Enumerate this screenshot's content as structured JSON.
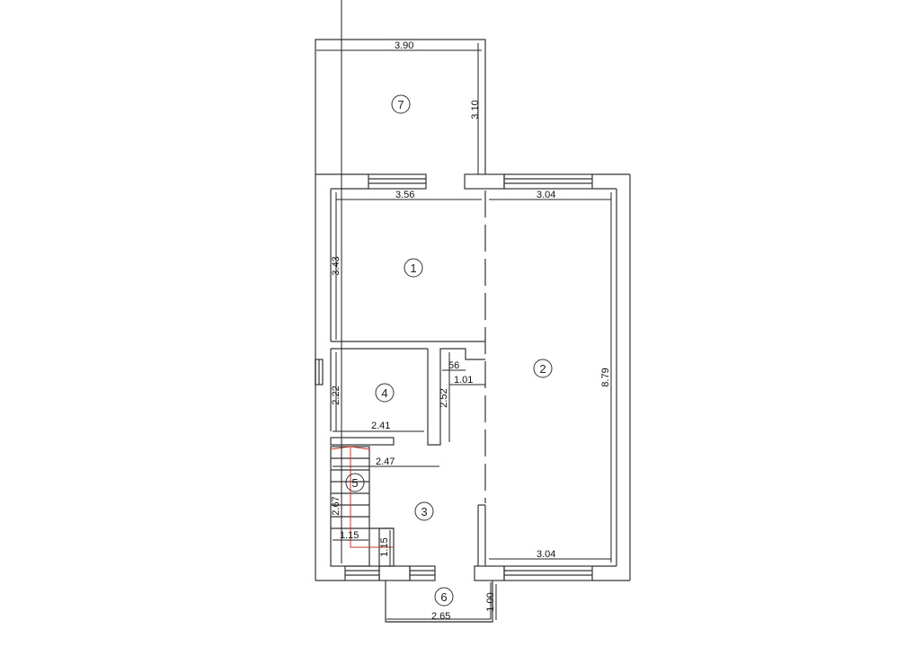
{
  "plan": {
    "rooms": [
      {
        "id": "1",
        "label": "1"
      },
      {
        "id": "2",
        "label": "2"
      },
      {
        "id": "3",
        "label": "3"
      },
      {
        "id": "4",
        "label": "4"
      },
      {
        "id": "5",
        "label": "5"
      },
      {
        "id": "6",
        "label": "6"
      },
      {
        "id": "7",
        "label": "7"
      }
    ],
    "dimensions": {
      "terrace_width": "3.90",
      "terrace_depth": "3.10",
      "room1_width": "3.56",
      "room2_width_top": "3.04",
      "room1_depth": "3.43",
      "room2_depth": "8.79",
      "room4_depth": "2.22",
      "room4_width": "2.41",
      "closet_small": "56",
      "closet_width": "1.01",
      "closet_depth": "2.52",
      "hall_width": "2.47",
      "stair_length": "2.67",
      "stair_landing_w": "1.15",
      "stair_landing_d": "1.15",
      "room2_width_bottom": "3.04",
      "porch_depth": "1.00",
      "porch_width": "2.65"
    }
  }
}
